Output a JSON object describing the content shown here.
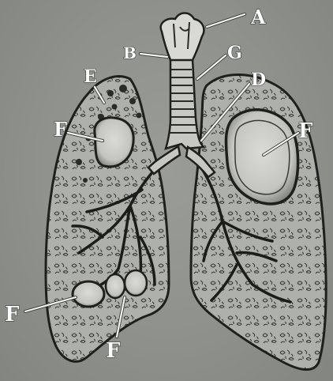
{
  "diagram": {
    "labels": {
      "a": "A",
      "b": "B",
      "g": "G",
      "d": "D",
      "e": "E",
      "f_left_upper": "F",
      "f_right": "F",
      "f_lower_left": "F",
      "f_lower_mid": "F"
    }
  }
}
